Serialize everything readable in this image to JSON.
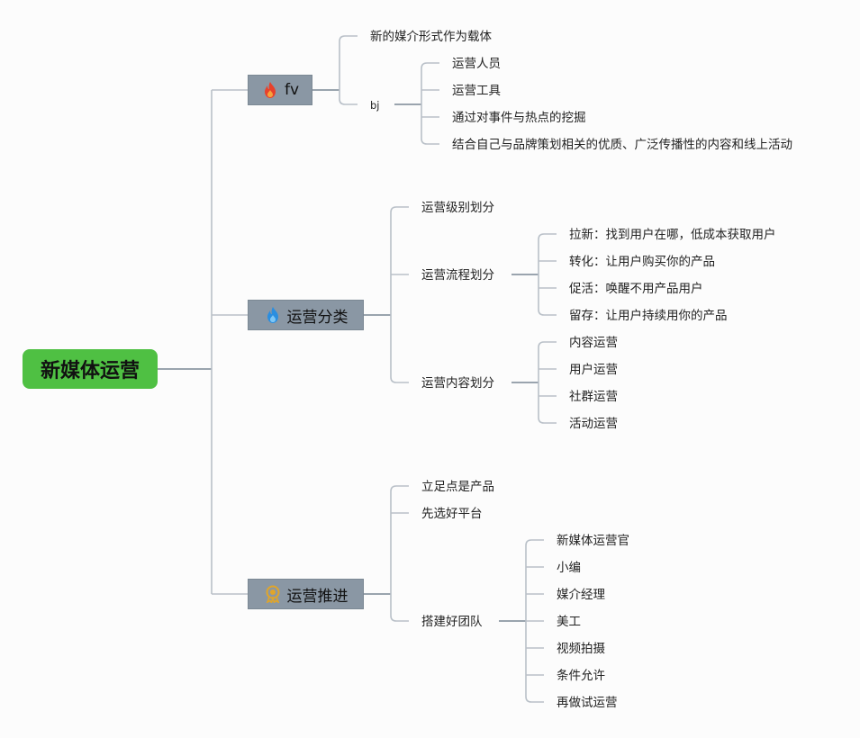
{
  "root": {
    "label": "新媒体运营"
  },
  "branches": {
    "fv": {
      "label": "fv",
      "icon": "fire-red-icon",
      "items": [
        "新的媒介形式作为载体",
        "bj"
      ],
      "bj_items": [
        "运营人员",
        "运营工具",
        "通过对事件与热点的挖掘",
        "结合自己与品牌策划相关的优质、广泛传播性的内容和线上活动"
      ]
    },
    "classify": {
      "label": "运营分类",
      "icon": "fire-blue-icon",
      "items": [
        "运营级别划分",
        "运营流程划分",
        "运营内容划分"
      ],
      "process_items": [
        "拉新：找到用户在哪，低成本获取用户",
        "转化：让用户购买你的产品",
        "促活：唤醒不用产品用户",
        "留存：让用户持续用你的产品"
      ],
      "content_items": [
        "内容运营",
        "用户运营",
        "社群运营",
        "活动运营"
      ]
    },
    "advance": {
      "label": "运营推进",
      "icon": "award-medal-icon",
      "items": [
        "立足点是产品",
        "先选好平台",
        "搭建好团队"
      ],
      "team_items": [
        "新媒体运营官",
        "小编",
        "媒介经理",
        "美工",
        "视频拍摄",
        "条件允许",
        "再做试运营"
      ]
    }
  },
  "colors": {
    "root_bg": "#4fc043",
    "branch_bg": "#8a97a4",
    "line": "#b9c0c8"
  }
}
